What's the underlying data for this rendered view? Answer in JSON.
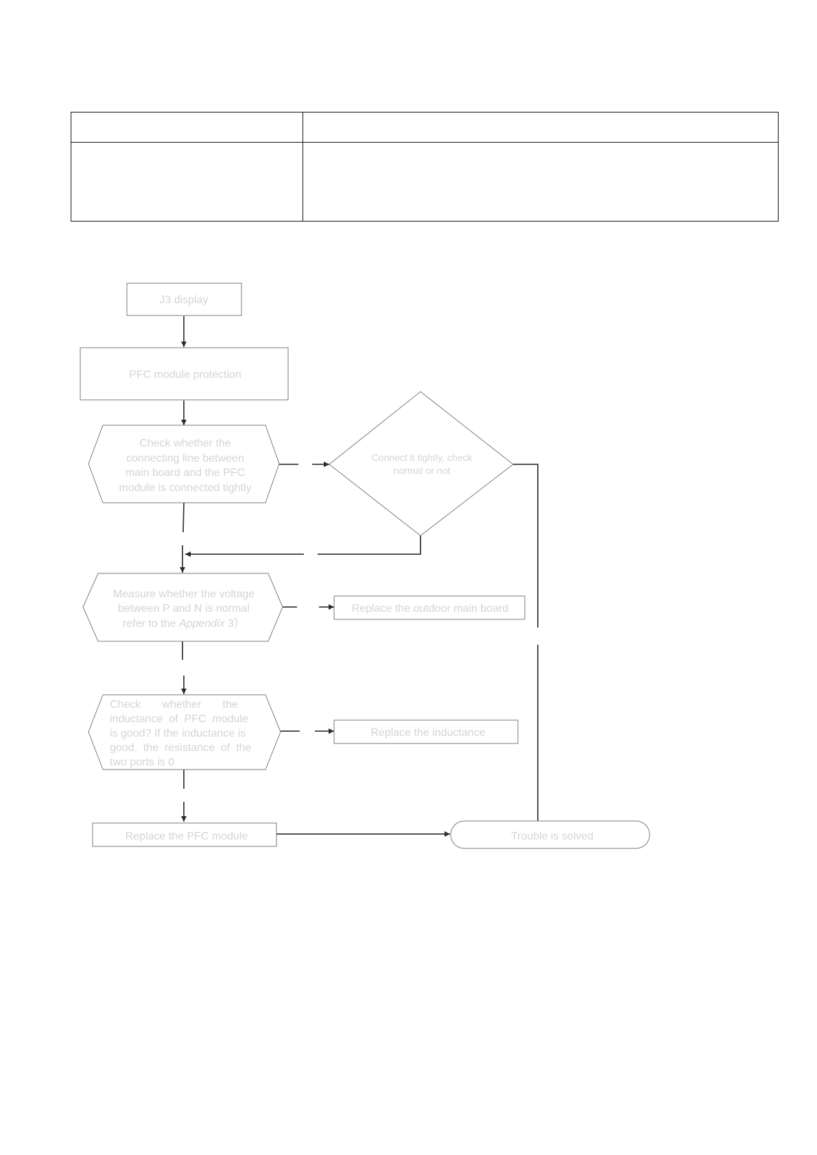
{
  "flowchart": {
    "start": {
      "label": "J3 display"
    },
    "protection": {
      "label": "PFC module protection"
    },
    "check_line": {
      "lines": [
        "Check whether the",
        "connecting line between",
        "main board and the PFC",
        "module is connected tightly"
      ]
    },
    "connect_tightly": {
      "lines": [
        "Connect it tightly, check",
        "normal or not"
      ]
    },
    "measure_voltage": {
      "line1": "Measure whether the voltage",
      "line2": "between P and N is normal",
      "line3_prefix": "refer to the ",
      "line3_italic": "Appendix",
      "line3_suffix": " 3）"
    },
    "replace_main_board": {
      "label": "Replace the outdoor main board"
    },
    "check_inductance": {
      "lines": [
        "Check       whether       the",
        "inductance  of  PFC  module",
        "is good? If the inductance is",
        "good,  the  resistance  of  the",
        "two ports is 0"
      ]
    },
    "replace_inductance": {
      "label": "Replace the inductance"
    },
    "replace_pfc": {
      "label": "Replace the PFC module"
    },
    "solved": {
      "label": "Trouble is solved"
    }
  },
  "colors": {
    "line": "#3a3a3a",
    "shape_border": "#7a7a7a",
    "faint_text": "#d4d4d4",
    "table_border": "#111111"
  }
}
